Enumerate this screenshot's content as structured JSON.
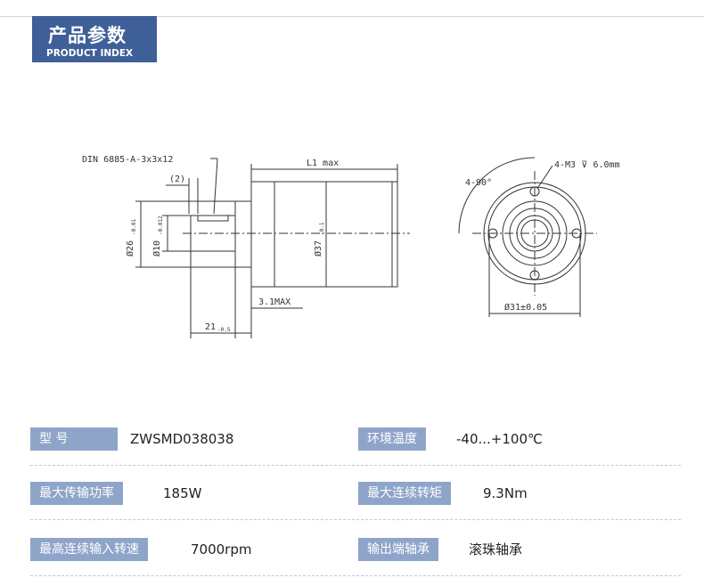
{
  "header": {
    "title_cn": "产品参数",
    "title_en": "PRODUCT INDEX"
  },
  "drawing": {
    "din_label": "DIN 6885-A-3x3x12",
    "dim_2": "(2)",
    "l1_label": "L1 max",
    "d26": "Ø26",
    "d26_tol": "-0.01",
    "d10": "Ø10",
    "d10_tol": "-0.012",
    "d37": "Ø37",
    "d37_tol": "-0.1",
    "dim_31max": "3.1MAX",
    "dim_21": "21",
    "dim_21_tol": "-0.5",
    "angle": "4-90°",
    "holes": "4-M3 ⊽ 6.0mm",
    "d31": "Ø31±0.05"
  },
  "specs": [
    {
      "label": "型      号",
      "value": "ZWSMD038038"
    },
    {
      "label": "环境温度",
      "value": "-40...+100℃"
    },
    {
      "label": "最大传输功率",
      "value": "185W"
    },
    {
      "label": "最大连续转矩",
      "value": "9.3Nm"
    },
    {
      "label": "最高连续输入转速",
      "value": "7000rpm"
    },
    {
      "label": "输出端轴承",
      "value": "滚珠轴承"
    }
  ]
}
